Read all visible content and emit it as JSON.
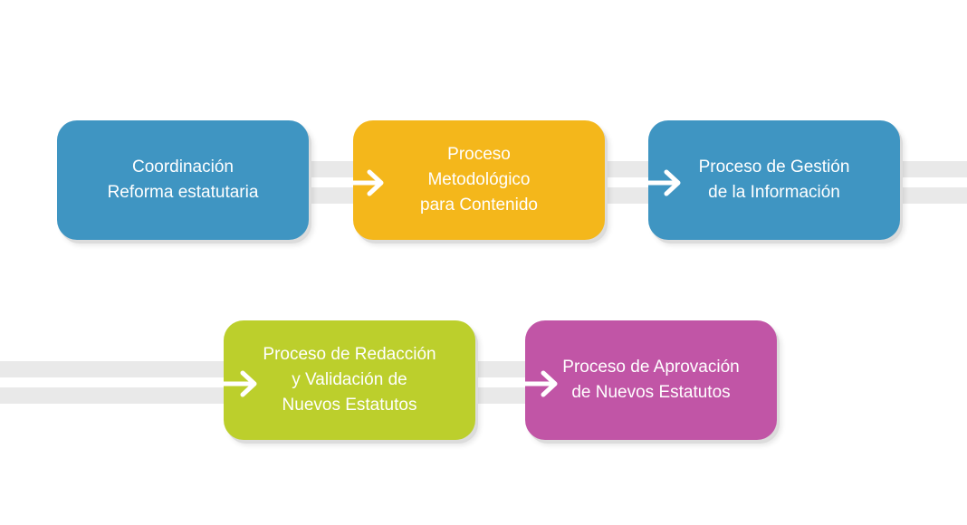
{
  "colors": {
    "blue": "#3f95c2",
    "yellow": "#f4b71b",
    "green": "#bccf2c",
    "magenta": "#c155a6",
    "connector": "#e9e9e9",
    "arrow": "#ffffff"
  },
  "nodes": [
    {
      "label": "Coordinación\nReforma estatutaria",
      "color": "blue"
    },
    {
      "label": "Proceso\nMetodológico\npara Contenido",
      "color": "yellow"
    },
    {
      "label": "Proceso de  Gestión\nde la Información",
      "color": "blue"
    },
    {
      "label": "Proceso de Redacción\ny Validación de\nNuevos Estatutos",
      "color": "green"
    },
    {
      "label": "Proceso de Aprovación\nde Nuevos Estatutos",
      "color": "magenta"
    }
  ],
  "flow": [
    "Coordinación\nReforma estatutaria",
    "Proceso\nMetodológico\npara Contenido",
    "Proceso de  Gestión\nde la Información",
    "Proceso de Redacción\ny Validación de\nNuevos Estatutos",
    "Proceso de Aprovación\nde Nuevos Estatutos"
  ]
}
